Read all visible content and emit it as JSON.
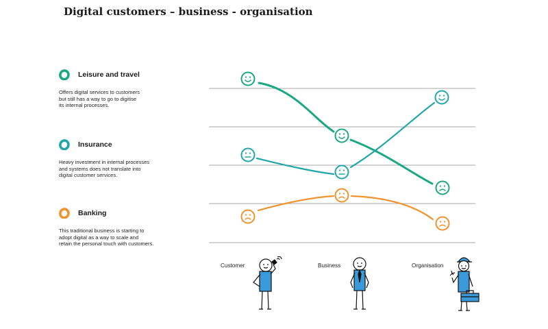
{
  "title": "Digital customers – business - organisation",
  "colors": {
    "leisure": "#1aa783",
    "insurance": "#20a6a6",
    "banking": "#f0922d",
    "grid": "#8a8a8a",
    "figure_blue": "#3a9ad9"
  },
  "sectors": [
    {
      "name": "Leisure and travel",
      "description": "Offers digital services to customers\nbut still has a way to go to digitise\nits internal processes.",
      "color": "#1aa783",
      "moods": [
        "happy",
        "happy",
        "sad"
      ]
    },
    {
      "name": "Insurance",
      "description": "Heavy investment in internal processes\nand systems does not translate into\ndigital customer services.",
      "color": "#20a6a6",
      "moods": [
        "neutral",
        "neutral",
        "happy"
      ]
    },
    {
      "name": "Banking",
      "description": "This traditional business is starting to\nadopt digital as a way to scale and\nretain the personal touch with customers.",
      "color": "#f0922d",
      "moods": [
        "sad",
        "sad",
        "sad"
      ]
    }
  ],
  "columns": [
    {
      "label": "Customer",
      "icon": "person-on-phone-icon"
    },
    {
      "label": "Business",
      "icon": "person-with-tie-icon"
    },
    {
      "label": "Organisation",
      "icon": "worker-with-toolbox-icon"
    }
  ]
}
